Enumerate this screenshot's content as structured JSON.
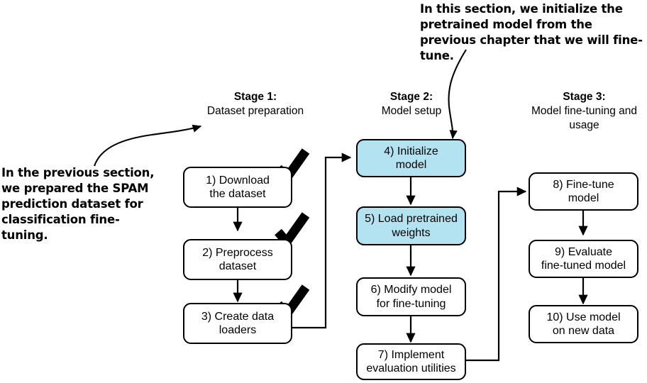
{
  "diagram": {
    "title": "Three-stage LLM classification fine-tuning pipeline",
    "annotations": [
      {
        "name": "annotation-top",
        "text": "In this section, we initialize the pretrained model from the previous chapter that we will fine-tune."
      },
      {
        "name": "annotation-left",
        "text": "In the previous section, we prepared the SPAM prediction dataset for classification fine-tuning."
      }
    ],
    "stages": [
      {
        "title": "Stage 1:",
        "subtitle": "Dataset preparation"
      },
      {
        "title": "Stage 2:",
        "subtitle": "Model setup"
      },
      {
        "title": "Stage 3:",
        "subtitle": "Model fine-tuning and usage"
      }
    ],
    "nodes": [
      {
        "id": "node-1",
        "line1": "1) Download",
        "line2": "the dataset",
        "highlighted": false,
        "checked": true
      },
      {
        "id": "node-2",
        "line1": "2) Preprocess",
        "line2": "dataset",
        "highlighted": false,
        "checked": true
      },
      {
        "id": "node-3",
        "line1": "3) Create data",
        "line2": "loaders",
        "highlighted": false,
        "checked": true
      },
      {
        "id": "node-4",
        "line1": "4) Initialize",
        "line2": "model",
        "highlighted": true,
        "checked": false
      },
      {
        "id": "node-5",
        "line1": "5) Load pretrained",
        "line2": "weights",
        "highlighted": true,
        "checked": false
      },
      {
        "id": "node-6",
        "line1": "6) Modify model",
        "line2": "for fine-tuning",
        "highlighted": false,
        "checked": false
      },
      {
        "id": "node-7",
        "line1": "7) Implement",
        "line2": "evaluation utilities",
        "highlighted": false,
        "checked": false
      },
      {
        "id": "node-8",
        "line1": "8) Fine-tune",
        "line2": "model",
        "highlighted": false,
        "checked": false
      },
      {
        "id": "node-9",
        "line1": "9) Evaluate",
        "line2": "fine-tuned model",
        "highlighted": false,
        "checked": false
      },
      {
        "id": "node-10",
        "line1": "10) Use model",
        "line2": "on new data",
        "highlighted": false,
        "checked": false
      }
    ],
    "colors": {
      "highlight_fill": "#b3e2f0",
      "stroke": "#000000",
      "background": "#ffffff"
    }
  }
}
